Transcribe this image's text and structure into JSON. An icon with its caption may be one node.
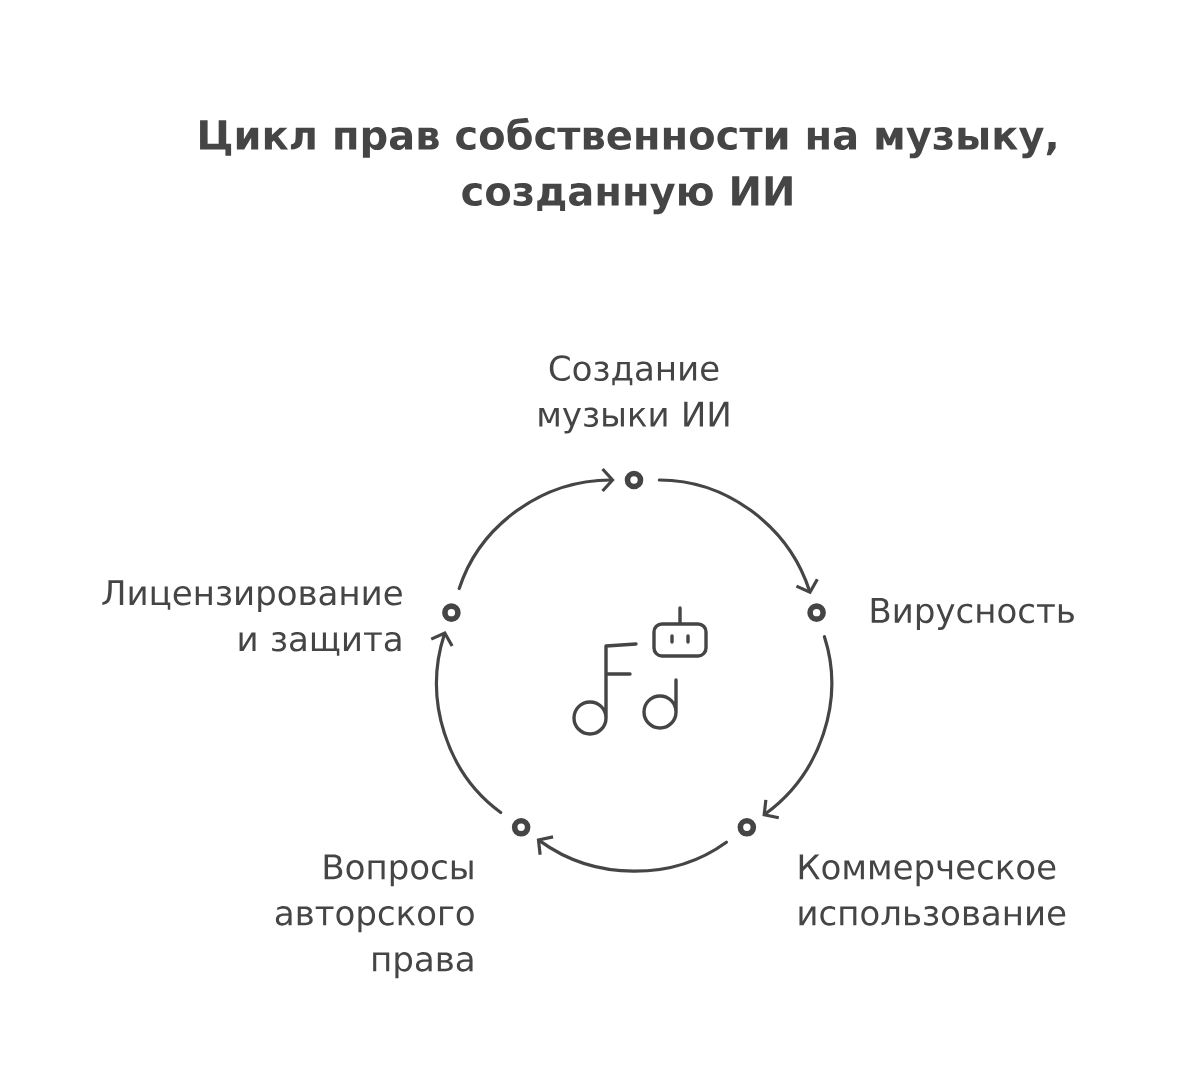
{
  "diagram": {
    "title": "Цикл прав собственности на музыку, созданную ИИ",
    "nodes": [
      {
        "text": [],
        "shape": "circle",
        "beside": [
          "Создание музыки ИИ"
        ]
      },
      {
        "text": [],
        "shape": "circle",
        "beside": [
          "Вирусность"
        ]
      },
      {
        "text": [],
        "shape": "circle",
        "beside": [
          "Коммерческое использование"
        ]
      },
      {
        "text": [],
        "shape": "circle",
        "beside": [
          "Вопросы авторского права"
        ]
      },
      {
        "text": [],
        "shape": "circle",
        "beside": [
          "Лицензирование и защита"
        ]
      }
    ],
    "edges": [
      {
        "from": 0,
        "to": 1,
        "arrow": "to"
      },
      {
        "from": 1,
        "to": 2,
        "arrow": "to"
      },
      {
        "from": 2,
        "to": 3,
        "arrow": "to"
      },
      {
        "from": 3,
        "to": 4,
        "arrow": "to"
      },
      {
        "from": 4,
        "to": 0,
        "arrow": "to"
      }
    ]
  }
}
